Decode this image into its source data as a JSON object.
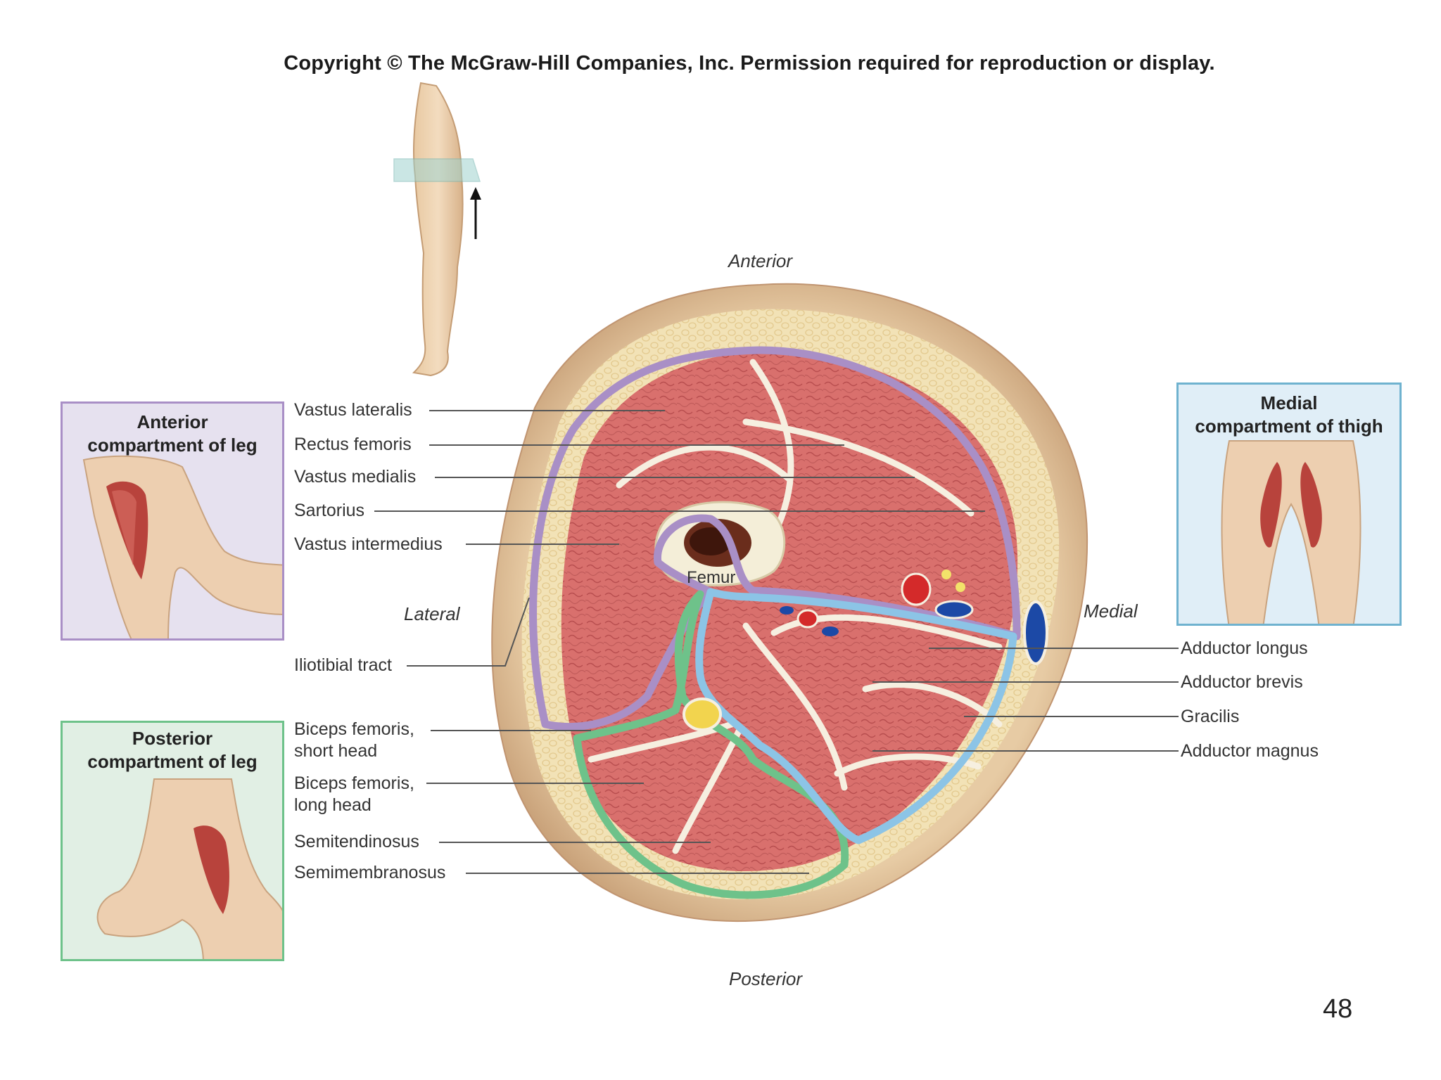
{
  "copyright": "Copyright © The McGraw-Hill Companies, Inc. Permission required for reproduction or display.",
  "orientation": {
    "anterior": "Anterior",
    "posterior": "Posterior",
    "lateral": "Lateral",
    "medial": "Medial"
  },
  "femur": "Femur",
  "panels": {
    "anterior_leg": {
      "line1": "Anterior",
      "line2": "compartment of leg"
    },
    "posterior_leg": {
      "line1": "Posterior",
      "line2": "compartment of leg"
    },
    "medial_thigh": {
      "line1": "Medial",
      "line2": "compartment of thigh"
    }
  },
  "labels_left": [
    "Vastus lateralis",
    "Rectus femoris",
    "Vastus medialis",
    "Sartorius",
    "Vastus intermedius",
    "Iliotibial tract",
    "Biceps femoris,",
    "short head",
    "Biceps femoris,",
    "long head",
    "Semitendinosus",
    "Semimembranosus"
  ],
  "labels_right": [
    "Adductor longus",
    "Adductor brevis",
    "Gracilis",
    "Adductor magnus"
  ],
  "colors": {
    "anterior_compartment": "#a98fc6",
    "posterior_compartment": "#6ec28a",
    "medial_compartment": "#8cc4e6",
    "muscle": "#d8706e",
    "fat": "#f0dfb0",
    "skin": "#d9b78f"
  },
  "slide_number": "48"
}
